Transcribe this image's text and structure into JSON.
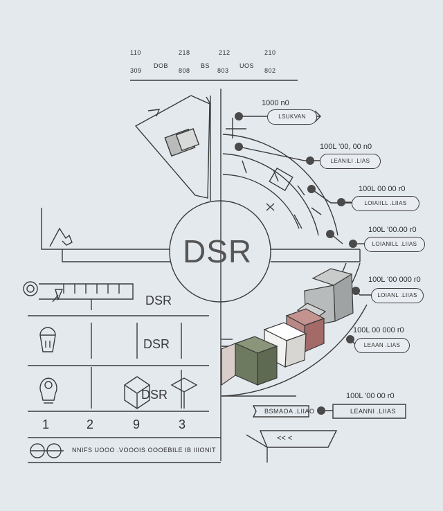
{
  "top_table": {
    "row1": [
      "110",
      "218",
      "212",
      "210"
    ],
    "row2": [
      "309",
      "DOB",
      "808",
      "BS",
      "803",
      "UOS",
      "802"
    ]
  },
  "hub_label": "DSR",
  "inline_labels": [
    "DSR",
    "DSR",
    "DSR"
  ],
  "callouts": [
    {
      "value": "1000 n0",
      "tag": "LSUKVAN"
    },
    {
      "value": "100L '00, 00 n0",
      "tag": "LEANILI .LIAS"
    },
    {
      "value": "100L 00 00 r0",
      "tag": "LOIAIILL .LIIAS"
    },
    {
      "value": "100L '00.00 r0",
      "tag": "LOIANILL .LIIAS"
    },
    {
      "value": "100L '00 000 r0",
      "tag": "LOIANL .LIIAS"
    },
    {
      "value": "100L 00 000 r0",
      "tag": "LEAAN .LIAS"
    },
    {
      "value": "100L '00 00 r0",
      "tag": "LEANNI .LIIAS"
    }
  ],
  "arrow_tags": [
    "BSMAOA .LIIAO",
    "<< <"
  ],
  "numbers": [
    "1",
    "2",
    "9",
    "3"
  ],
  "footer_text": "NNIFS UOOO .VOOOIS OOOEBILE IB IIIONIT",
  "colors": {
    "line": "#3a3a3a",
    "cube_green": "#6e7a60",
    "cube_red": "#a46a67",
    "cube_grey": "#b8bbbb",
    "cube_white": "#f2f2f0"
  },
  "icons": [
    "ruler-icon",
    "hand-pointer-icon",
    "bucket-icon",
    "lightbulb-icon",
    "cube-icon",
    "diamond-icon",
    "chain-link-icon",
    "paper-stack-icon",
    "document-icon"
  ]
}
